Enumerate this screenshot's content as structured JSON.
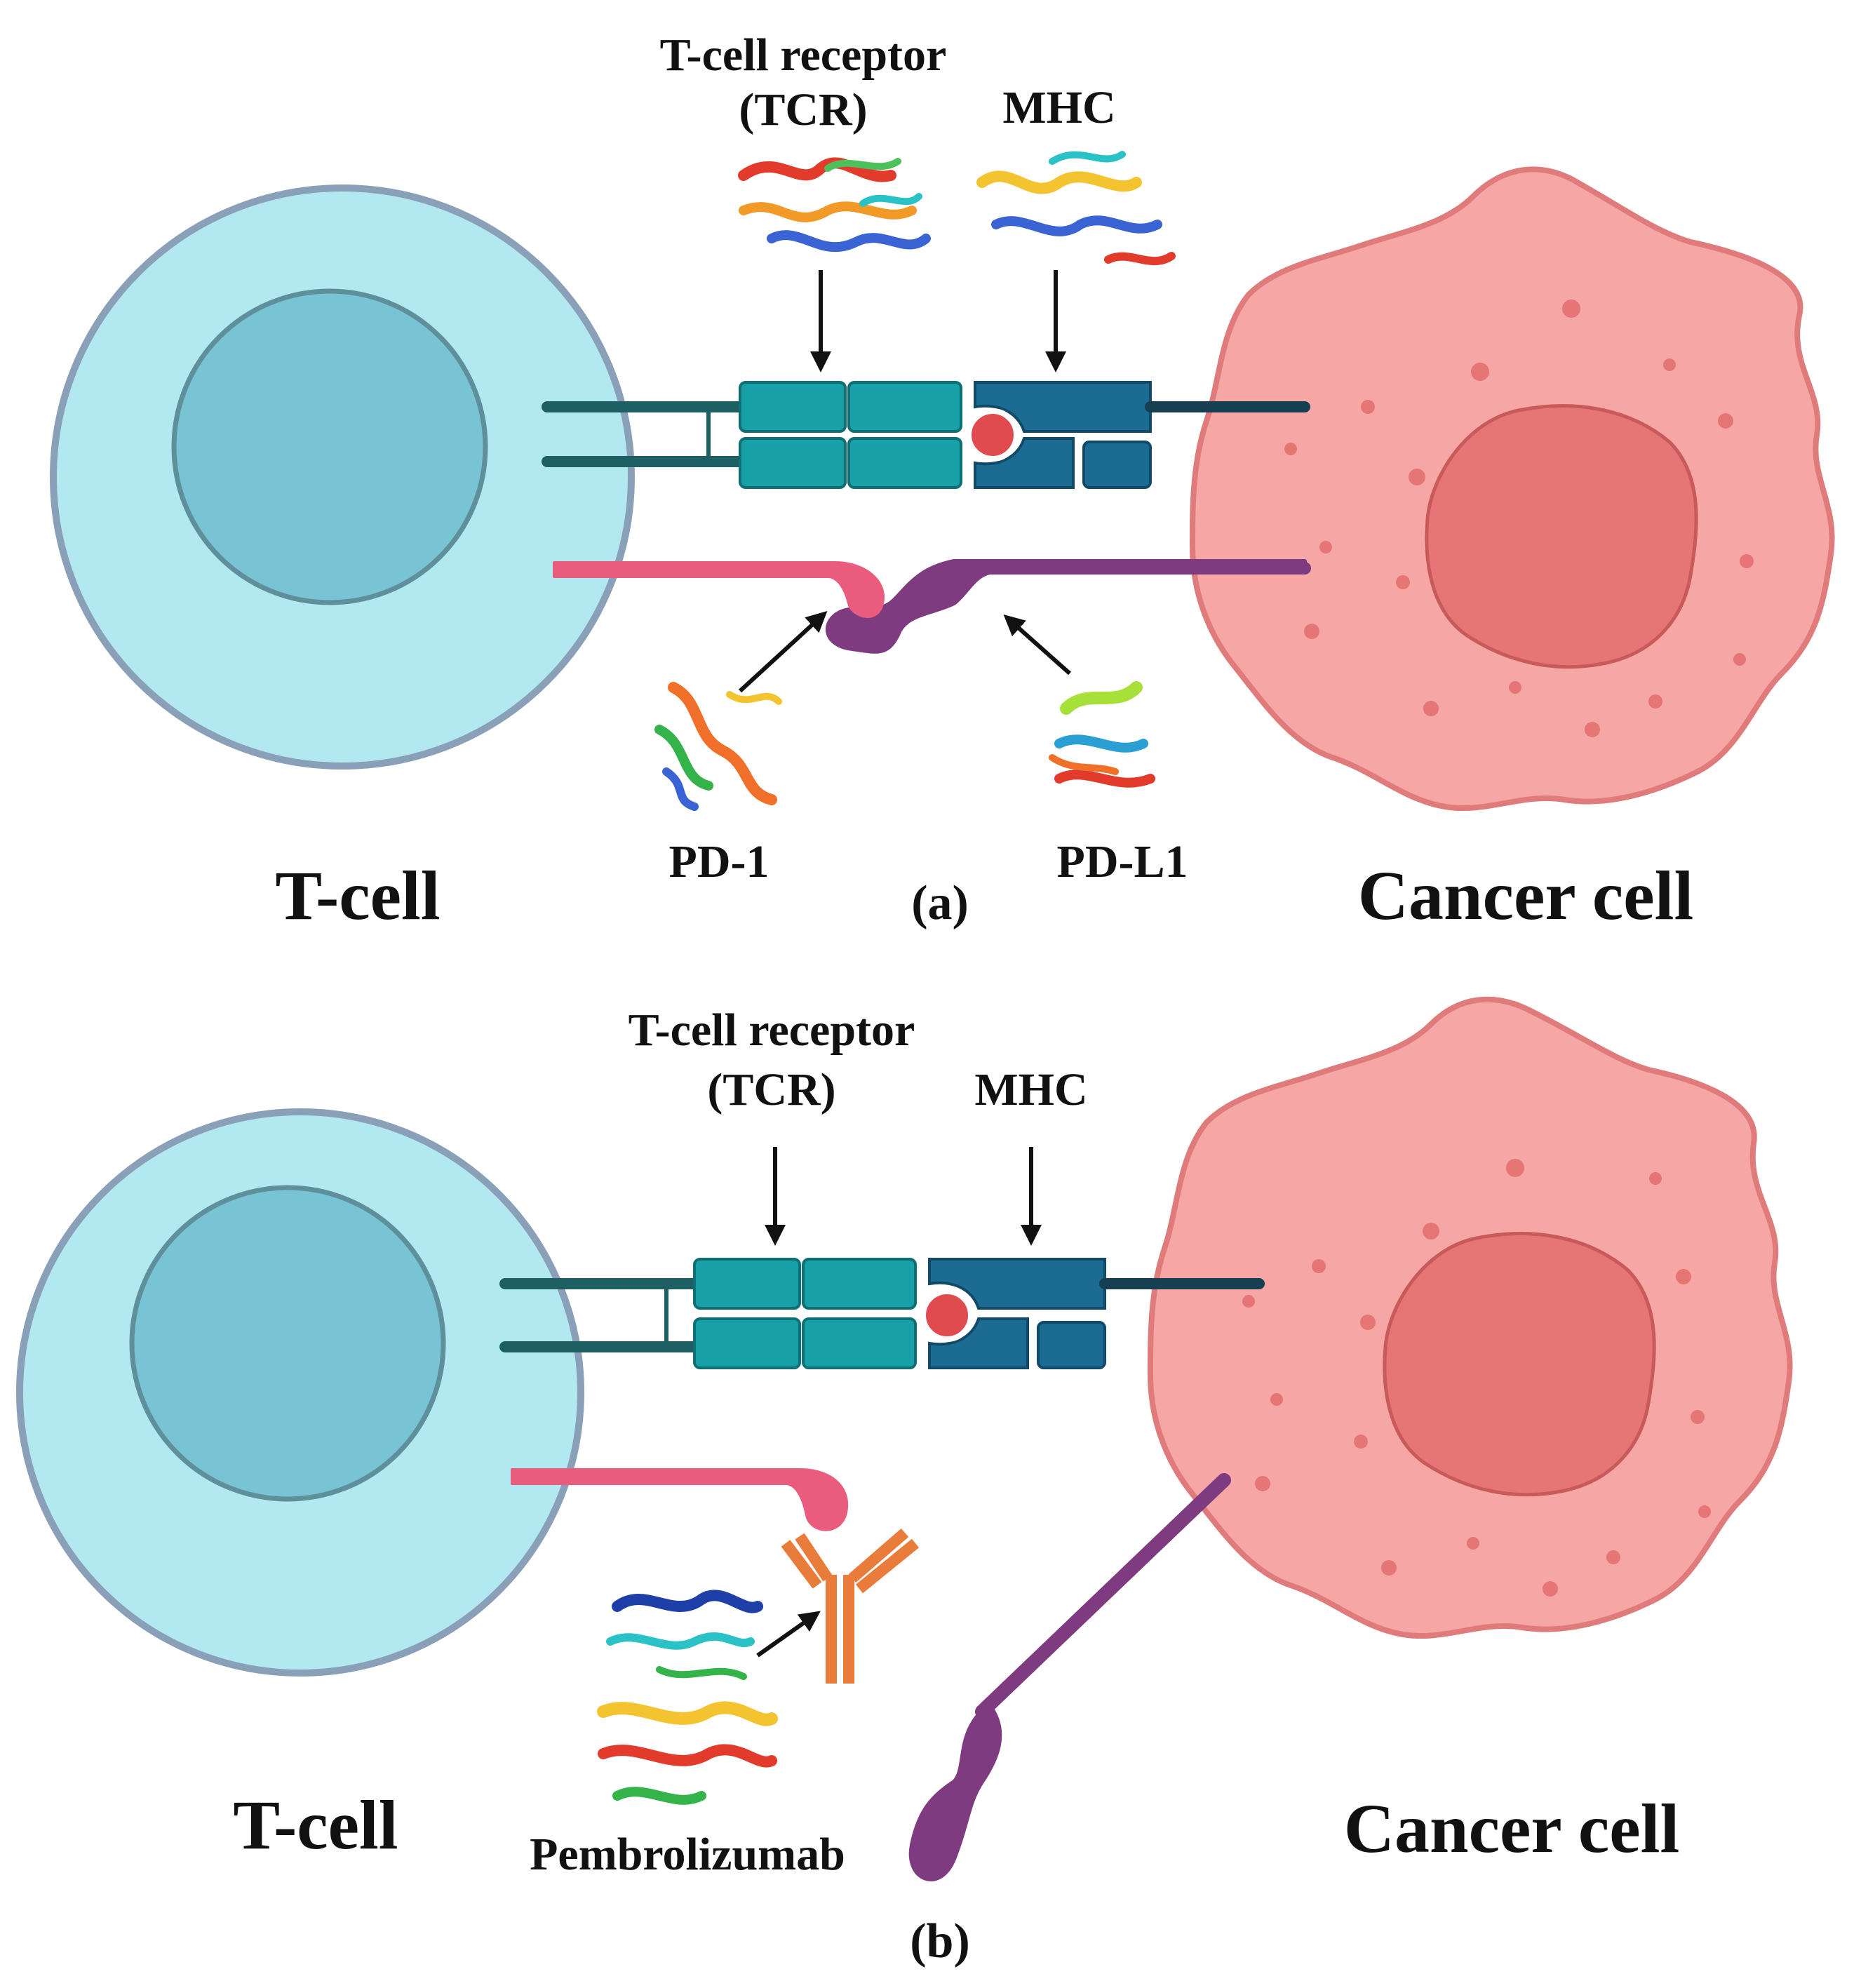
{
  "panel_a": {
    "caption": "(a)",
    "tcr_label_line1": "T-cell receptor",
    "tcr_label_line2": "(TCR)",
    "mhc_label": "MHC",
    "pd1_label": "PD-1",
    "pdl1_label": "PD-L1",
    "tcell_label": "T-cell",
    "cancer_label": "Cancer cell"
  },
  "panel_b": {
    "caption": "(b)",
    "tcr_label_line1": "T-cell receptor",
    "tcr_label_line2": "(TCR)",
    "mhc_label": "MHC",
    "drug_label": "Pembrolizumab",
    "tcell_label": "T-cell",
    "cancer_label": "Cancer cell"
  },
  "colors": {
    "tcell_cytoplasm": "#b2e8f0",
    "tcell_nucleus": "#78c3d4",
    "cancer_cytoplasm": "#f7a6a6",
    "cancer_nucleus": "#e67575",
    "tcr": "#17a0a8",
    "mhc": "#1b6b93",
    "antigen": "#e04b50",
    "pd1": "#ea5c7e",
    "pdl1": "#7e3b80",
    "antibody": "#e97c3a"
  }
}
